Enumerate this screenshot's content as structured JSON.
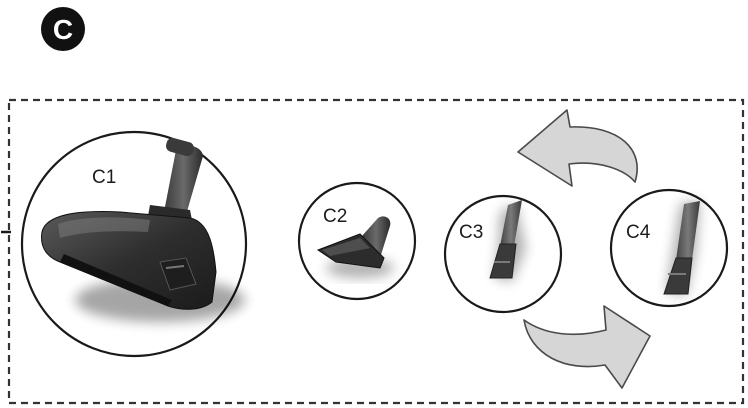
{
  "section_badge": "C",
  "parts": [
    {
      "id": "C1",
      "label": "C1",
      "depicts": "floor-brush"
    },
    {
      "id": "C2",
      "label": "C2",
      "depicts": "upholstery-nozzle"
    },
    {
      "id": "C3",
      "label": "C3",
      "depicts": "crevice-tool-closed"
    },
    {
      "id": "C4",
      "label": "C4",
      "depicts": "crevice-tool-open"
    }
  ],
  "arrows": [
    "arrow-c4-to-c3",
    "arrow-c3-to-c4"
  ],
  "colors": {
    "badge": "#111111",
    "outline": "#1a1a1a",
    "dashed_frame": "#333333",
    "arrow_fill": "#d6d6d6",
    "tool_dark": "#2b2b2b",
    "tool_mid": "#4a4a4a",
    "tool_light": "#6e6e6e"
  }
}
